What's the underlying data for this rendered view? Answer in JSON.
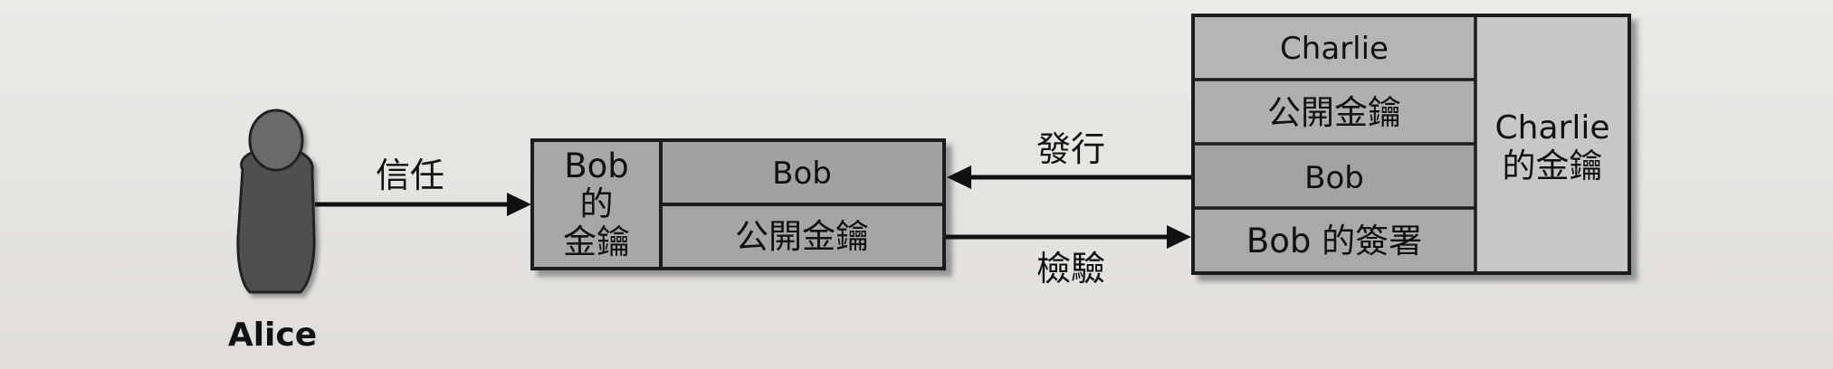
{
  "actors": {
    "alice": {
      "name": "Alice"
    }
  },
  "edges": {
    "trust": "信任",
    "issue": "發行",
    "verify": "檢驗"
  },
  "bob_cert": {
    "key_label": [
      "Bob",
      "的",
      "金鑰"
    ],
    "subject": "Bob",
    "public_key": "公開金鑰"
  },
  "charlie_cert": {
    "subject": "Charlie",
    "public_key": "公開金鑰",
    "issued_to": "Bob",
    "signature": "Bob 的簽署",
    "key_label": [
      "Charlie",
      "的金鑰"
    ]
  },
  "colors": {
    "background": "#e8e6e3",
    "cell_dark": "#a3a2a0",
    "cell_mid": "#afaeac",
    "cell_light": "#c7c6c4",
    "ink": "#111111",
    "person": "#4f4f4f"
  }
}
